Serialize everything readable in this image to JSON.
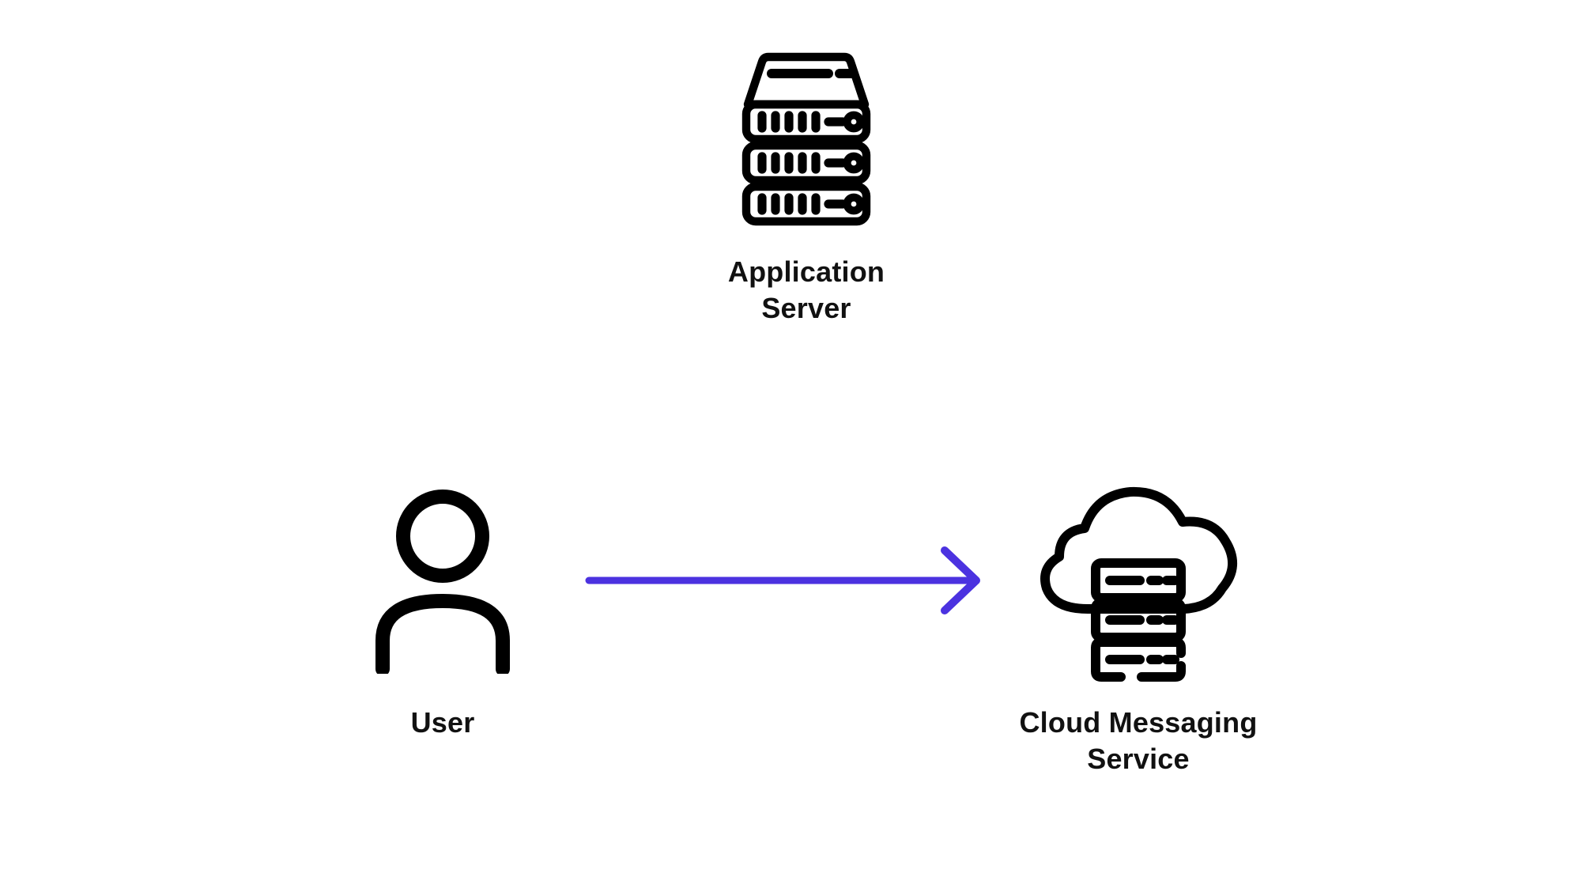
{
  "diagram": {
    "background_color": "#ffffff",
    "stroke_color": "#000000",
    "accent_color": "#4B32E0",
    "nodes": [
      {
        "id": "application-server",
        "label": "Application\nServer",
        "label_lines": [
          "Application",
          "Server"
        ],
        "icon": "server-rack-icon",
        "icon_description": "three-tier rack server with angled top panel"
      },
      {
        "id": "user",
        "label": "User",
        "label_lines": [
          "User"
        ],
        "icon": "user-person-icon",
        "icon_description": "person outline with circular head and shoulders"
      },
      {
        "id": "cloud-messaging-service",
        "label": "Cloud Messaging\nService",
        "label_lines": [
          "Cloud Messaging",
          "Service"
        ],
        "icon": "cloud-server-icon",
        "icon_description": "cloud outline with three-tier rack server overlapping"
      }
    ],
    "edges": [
      {
        "id": "user-to-cloud",
        "from": "user",
        "to": "cloud-messaging-service",
        "label": "",
        "color": "#4B32E0",
        "style": "solid",
        "arrowhead": "open-chevron",
        "direction": "right"
      }
    ]
  }
}
